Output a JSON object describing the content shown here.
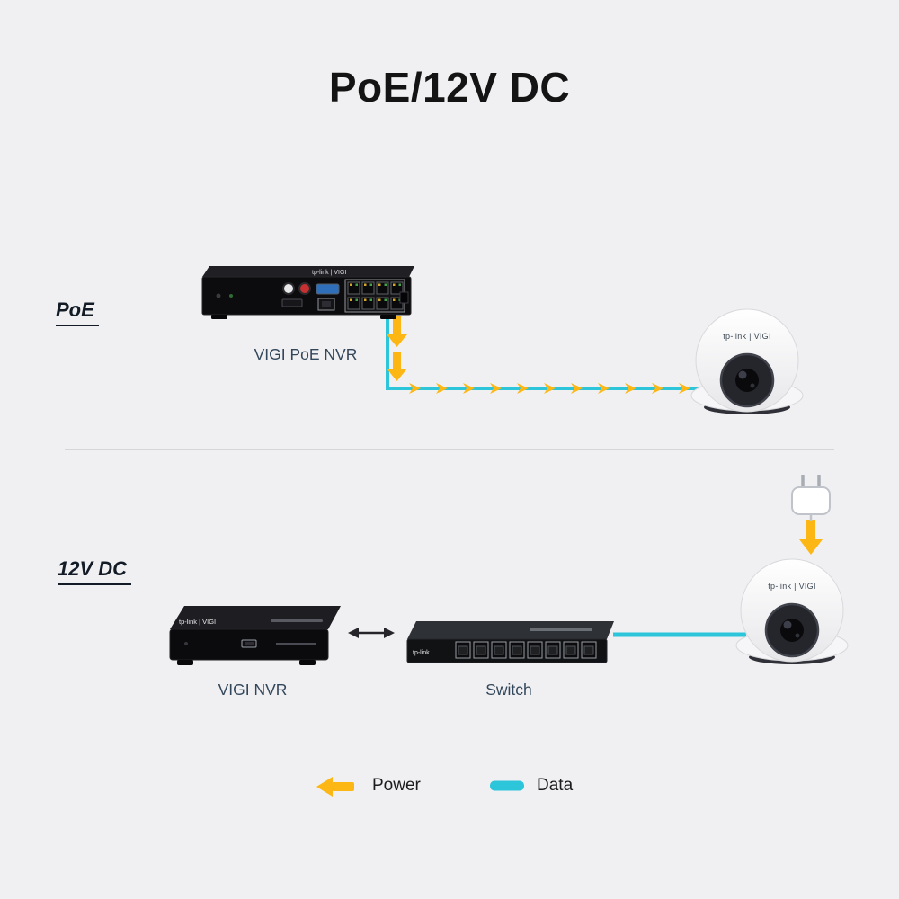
{
  "title": "PoE/12V DC",
  "poe_section": {
    "label": "PoE",
    "nvr_label": "VIGI PoE NVR",
    "nvr_brand": "tp-link | VIGI",
    "camera_brand": "tp-link | VIGI"
  },
  "dc_section": {
    "label": "12V DC",
    "nvr_label": "VIGI NVR",
    "nvr_brand": "tp-link | VIGI",
    "switch_label": "Switch",
    "switch_brand": "tp-link",
    "camera_brand": "tp-link | VIGI"
  },
  "legend": {
    "power_label": "Power",
    "data_label": "Data"
  },
  "colors": {
    "background": "#f0f0f2",
    "power_yellow": "#fdb714",
    "data_cyan": "#2cc5da",
    "label_text": "#33475b",
    "heading_text": "#131c26"
  },
  "icons": {
    "legend_power": "left-arrow-icon",
    "legend_data": "data-dash-icon",
    "dc_power_source": "power-plug-icon",
    "nvr_switch_link": "double-arrow-icon",
    "poe_cable": "combined-power-data-cable",
    "dc_cable": "data-cable"
  }
}
